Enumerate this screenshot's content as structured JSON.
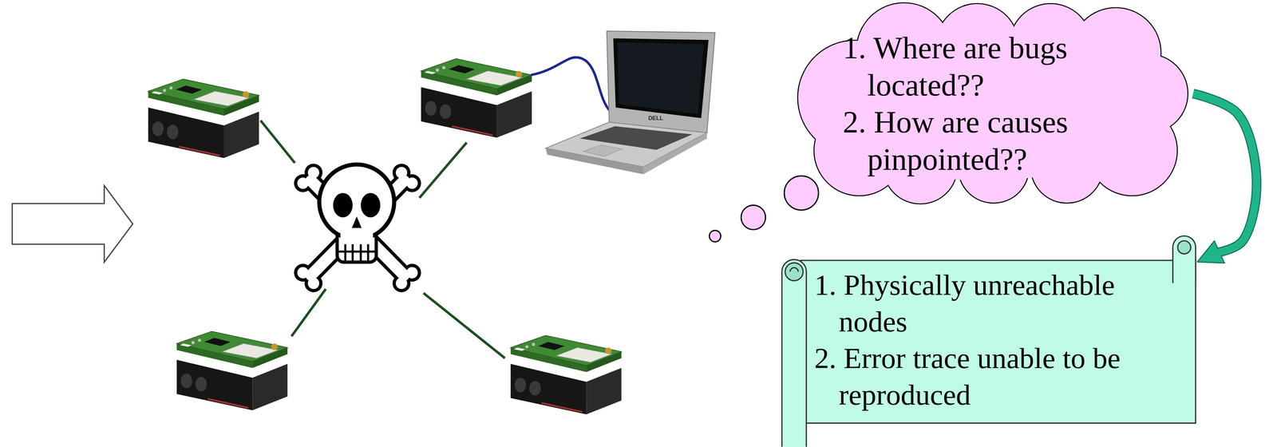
{
  "diagram": {
    "nodes": [
      {
        "text": [
          "1. Where are bugs located??",
          "2. How are causes pinpointed??"
        ]
      },
      {
        "text": [
          "1. Physically unreachable nodes",
          "2. Error trace unable to be reproduced"
        ]
      }
    ],
    "edges": [
      {
        "from": 0,
        "to": 1,
        "arrow": "to"
      }
    ],
    "labels": [
      "DELL"
    ]
  }
}
